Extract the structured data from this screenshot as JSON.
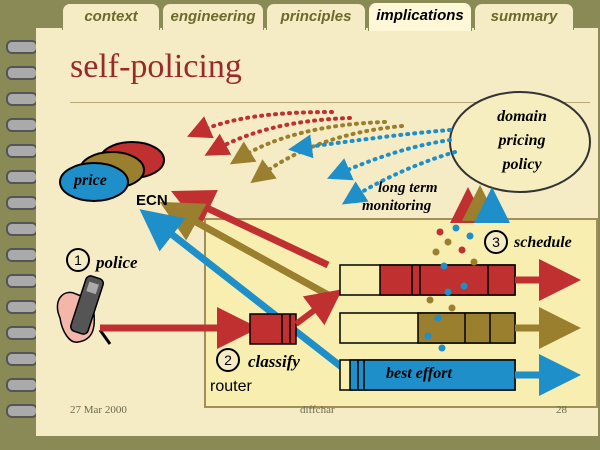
{
  "tabs": [
    {
      "label": "context",
      "active": false
    },
    {
      "label": "engineering",
      "active": false
    },
    {
      "label": "principles",
      "active": false
    },
    {
      "label": "implications",
      "active": true
    },
    {
      "label": "summary",
      "active": false
    }
  ],
  "title": "self-policing",
  "policy_bubble": {
    "line1": "domain",
    "line2": "pricing",
    "line3": "policy"
  },
  "price_label": "price",
  "ecn_label": "ECN",
  "monitoring": {
    "line1": "long term",
    "line2": "monitoring"
  },
  "steps": [
    {
      "number": "1",
      "label": "police"
    },
    {
      "number": "2",
      "label": "classify"
    },
    {
      "number": "3",
      "label": "schedule"
    }
  ],
  "router_label": "router",
  "queues": {
    "best_effort": "best effort"
  },
  "footer": {
    "date": "27 Mar 2000",
    "name": "diffchar",
    "page": "28"
  },
  "colors": {
    "red": "#c03030",
    "olive": "#9a7f2e",
    "blue": "#1e8fc8",
    "page": "#f5ecc6",
    "bubble": "#f6eebe"
  }
}
